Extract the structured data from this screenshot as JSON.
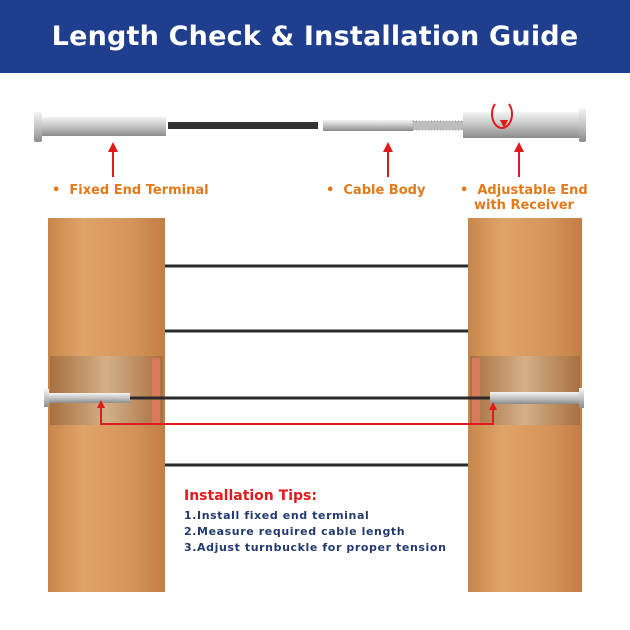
{
  "header": {
    "title": "Length Check & Installation Guide"
  },
  "parts": [
    {
      "label": "Fixed End Terminal"
    },
    {
      "label": "Cable Body"
    },
    {
      "label": "Adjustable End",
      "label2": "with Receiver"
    }
  ],
  "tips": {
    "title": "Installation Tips:",
    "items": [
      "1.Install fixed end terminal",
      "2.Measure required cable length",
      "3.Adjust turnbuckle for proper tension"
    ]
  },
  "colors": {
    "header": "#1f3f8e",
    "accent": "#e27a1c",
    "arrow": "#e01b1b",
    "wood": "#d99a5a"
  }
}
